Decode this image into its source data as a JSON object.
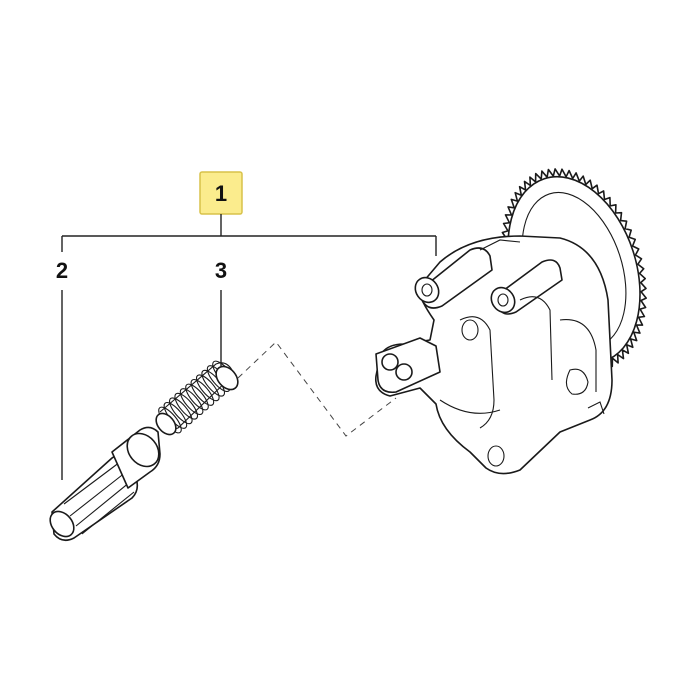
{
  "callouts": {
    "part_1": "1",
    "part_2": "2",
    "part_3": "3"
  },
  "colors": {
    "highlight_fill": "#fbec8d",
    "highlight_stroke": "#d8c24a",
    "line": "#222222"
  },
  "parts": {
    "part_1": "oil-pump-assembly",
    "part_2": "pressure-relief-piston",
    "part_3": "compression-spring"
  }
}
